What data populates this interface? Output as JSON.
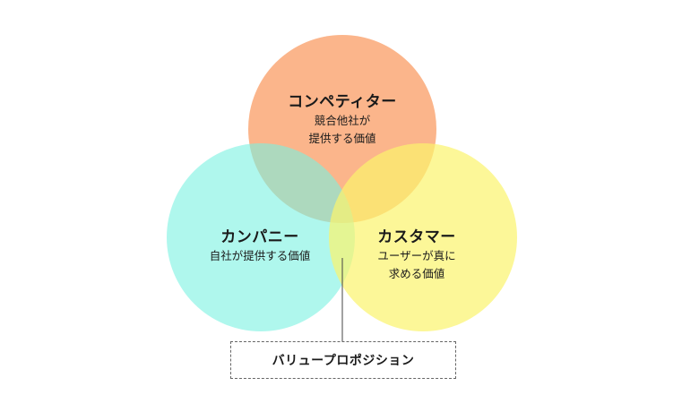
{
  "circles": [
    {
      "id": "competitor",
      "title": "コンペティター",
      "desc_lines": [
        "競合他社が",
        "提供する価値"
      ],
      "color": "#F9955A"
    },
    {
      "id": "company",
      "title": "カンパニー",
      "desc_lines": [
        "自社が提供する価値"
      ],
      "color": "#79F1E1"
    },
    {
      "id": "customer",
      "title": "カスタマー",
      "desc_lines": [
        "ユーザーが真に",
        "求める価値"
      ],
      "color": "#FBF36C"
    }
  ],
  "callout": {
    "label": "バリュープロポジション"
  }
}
